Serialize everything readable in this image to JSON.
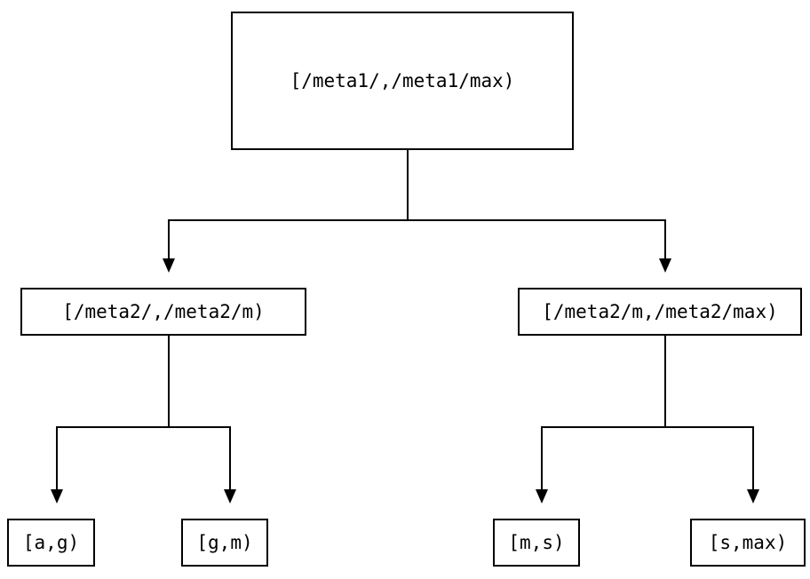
{
  "diagram": {
    "type": "tree",
    "nodes": {
      "root": {
        "id": "root",
        "label": "[/meta1/,/meta1/max)"
      },
      "meta2_low": {
        "id": "meta2_low",
        "label": "[/meta2/,/meta2/m)"
      },
      "meta2_high": {
        "id": "meta2_high",
        "label": "[/meta2/m,/meta2/max)"
      },
      "leaf_ag": {
        "id": "leaf_ag",
        "label": "[a,g)"
      },
      "leaf_gm": {
        "id": "leaf_gm",
        "label": "[g,m)"
      },
      "leaf_ms": {
        "id": "leaf_ms",
        "label": "[m,s)"
      },
      "leaf_smax": {
        "id": "leaf_smax",
        "label": "[s,max)"
      }
    },
    "edges": [
      {
        "from": "root",
        "to": "meta2_low"
      },
      {
        "from": "root",
        "to": "meta2_high"
      },
      {
        "from": "meta2_low",
        "to": "leaf_ag"
      },
      {
        "from": "meta2_low",
        "to": "leaf_gm"
      },
      {
        "from": "meta2_high",
        "to": "leaf_ms"
      },
      {
        "from": "meta2_high",
        "to": "leaf_smax"
      }
    ],
    "colors": {
      "background": "#ffffff",
      "stroke": "#000000",
      "text": "#000000"
    }
  }
}
